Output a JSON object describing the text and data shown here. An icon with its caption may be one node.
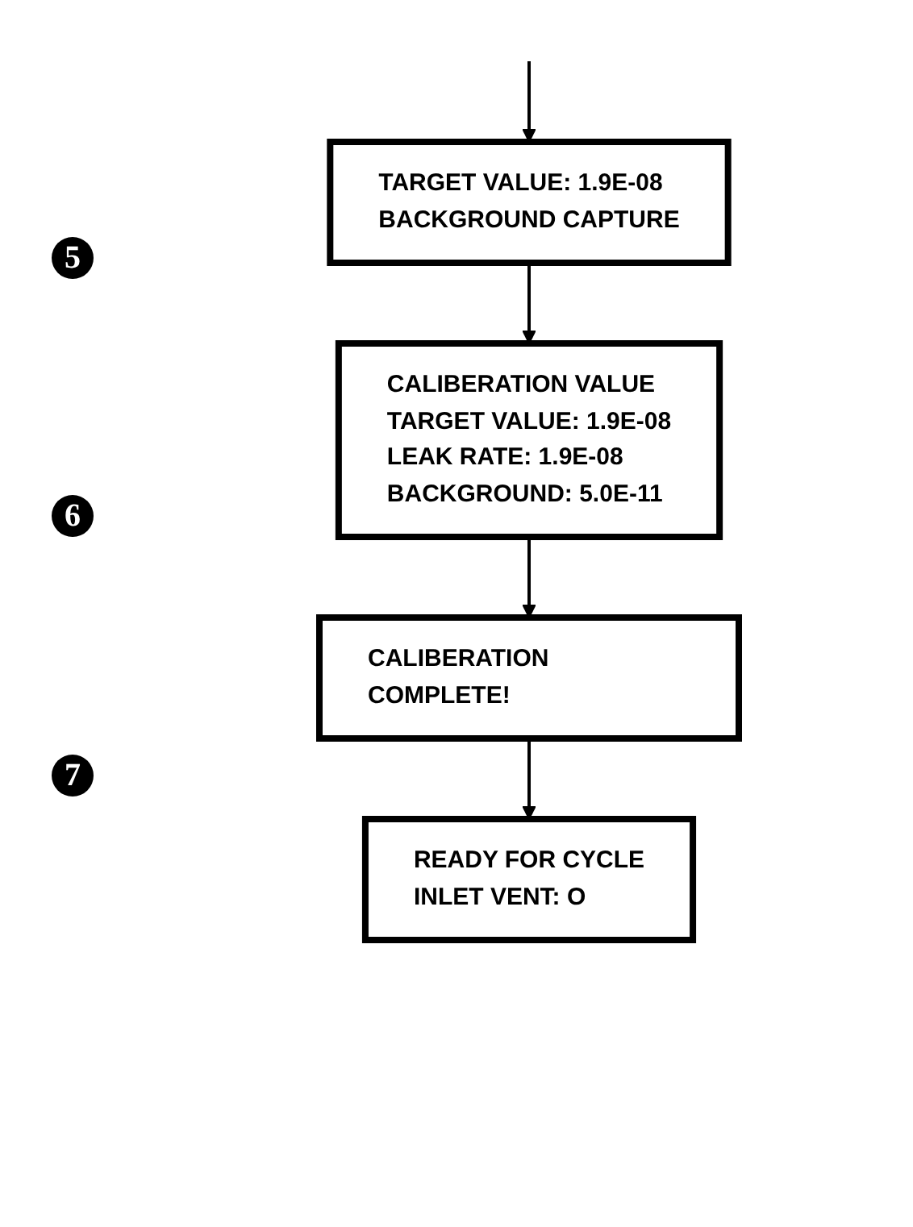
{
  "diagram": {
    "nodes": [
      {
        "text": [
          "TARGET VALUE: 1.9E-08",
          "BACKGROUND CAPTURE"
        ]
      },
      {
        "text": [
          "CALIBERATION VALUE",
          "TARGET VALUE: 1.9E-08",
          "LEAK RATE: 1.9E-08",
          "BACKGROUND: 5.0E-11"
        ]
      },
      {
        "text": [
          "CALIBERATION COMPLETE!"
        ]
      },
      {
        "text": [
          "READY FOR CYCLE",
          "INLET VENT: O"
        ]
      }
    ],
    "edges": [
      {
        "from": null,
        "to": 0,
        "arrow": "to"
      },
      {
        "from": 0,
        "to": 1,
        "arrow": "to"
      },
      {
        "from": 1,
        "to": 2,
        "arrow": "to"
      },
      {
        "from": 2,
        "to": 3,
        "arrow": "to"
      }
    ],
    "labels": [
      "5",
      "6",
      "7"
    ]
  }
}
